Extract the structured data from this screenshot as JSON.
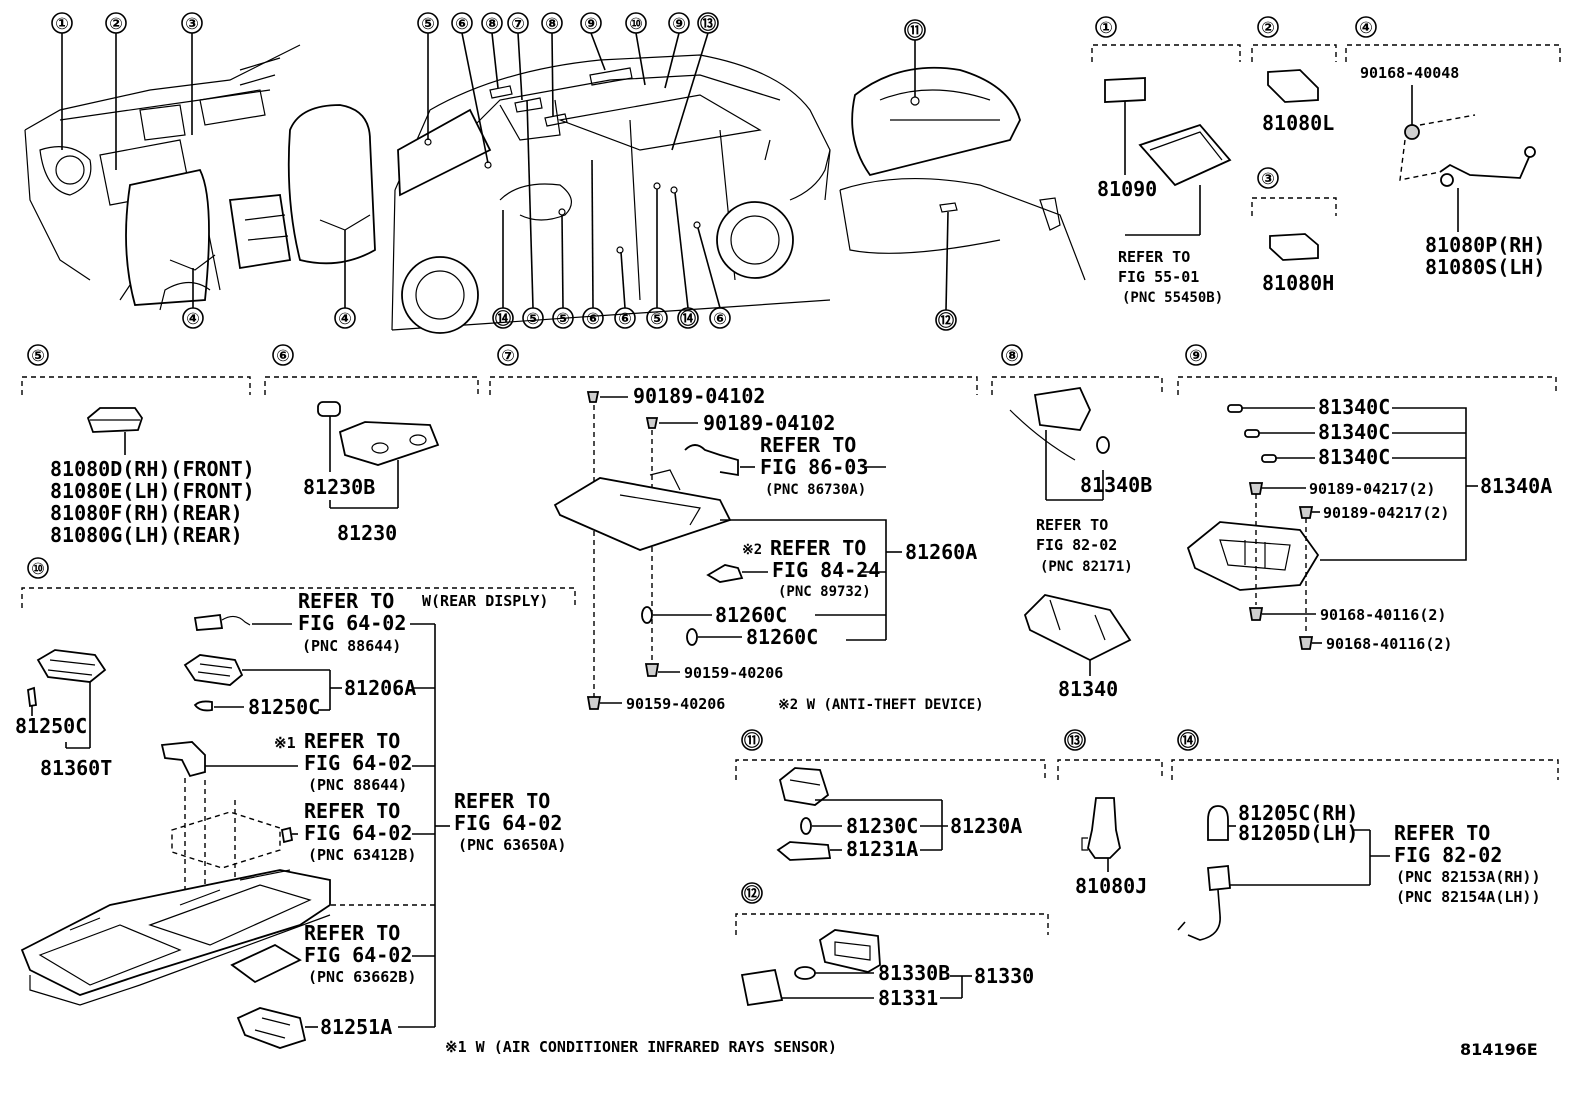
{
  "callouts": {
    "c1": "①",
    "c2": "②",
    "c3": "③",
    "c4": "④",
    "c5": "⑤",
    "c6": "⑥",
    "c7": "⑦",
    "c8": "⑧",
    "c9": "⑨",
    "c10": "⑩",
    "c11": "⑪",
    "c12": "⑫",
    "c13": "⑬",
    "c14": "⑭"
  },
  "sec1": {
    "part": "81090",
    "ref1": "REFER TO",
    "ref2": "FIG 55-01",
    "pnc": "(PNC 55450B)"
  },
  "sec2": {
    "part": "81080L"
  },
  "sec3": {
    "part": "81080H"
  },
  "sec4": {
    "bolt": "90168-40048",
    "p1": "81080P(RH)",
    "p2": "81080S(LH)"
  },
  "sec5": {
    "l1": "81080D(RH)(FRONT)",
    "l2": "81080E(LH)(FRONT)",
    "l3": "81080F(RH)(REAR)",
    "l4": "81080G(LH)(REAR)"
  },
  "sec6": {
    "sub": "81230B",
    "main": "81230"
  },
  "sec7": {
    "clip1": "90189-04102",
    "clip2": "90189-04102",
    "ref_a1": "REFER TO",
    "ref_a2": "FIG 86-03",
    "ref_a3": "(PNC 86730A)",
    "ref_b0": "※2",
    "ref_b1": "REFER TO",
    "ref_b2": "FIG 84-24",
    "ref_b3": "(PNC 89732)",
    "bulb1": "81260C",
    "bulb2": "81260C",
    "screw1": "90159-40206",
    "screw2": "90159-40206",
    "main": "81260A",
    "note": "※2 W (ANTI-THEFT DEVICE)"
  },
  "sec8": {
    "bulb": "81340B",
    "ref1": "REFER TO",
    "ref2": "FIG 82-02",
    "pnc": "(PNC 82171)",
    "main": "81340"
  },
  "sec9": {
    "b1": "81340C",
    "b2": "81340C",
    "b3": "81340C",
    "main": "81340A",
    "clip1": "90189-04217(2)",
    "clip2": "90189-04217(2)",
    "scr1": "90168-40116(2)",
    "scr2": "90168-40116(2)"
  },
  "sec10": {
    "w_note": "W(REAR DISPLY)",
    "r1a": "REFER TO",
    "r1b": "FIG 64-02",
    "r1c": "(PNC 88644)",
    "main": "81206A",
    "bulb": "81250C",
    "left_bulb": "81250C",
    "left_main": "81360T",
    "r2m": "※1",
    "r2a": "REFER TO",
    "r2b": "FIG 64-02",
    "r2c": "(PNC 88644)",
    "r3a": "REFER TO",
    "r3b": "FIG 64-02",
    "r3c": "(PNC 63412B)",
    "r4a": "REFER TO",
    "r4b": "FIG 64-02",
    "r4c": "(PNC 63650A)",
    "r5a": "REFER TO",
    "r5b": "FIG 64-02",
    "r5c": "(PNC 63662B)",
    "bottom": "81251A",
    "note": "※1  W (AIR CONDITIONER INFRARED RAYS SENSOR)"
  },
  "sec11": {
    "bulb": "81230C",
    "lens": "81231A",
    "main": "81230A"
  },
  "sec12": {
    "bulb": "81330B",
    "lens": "81331",
    "main": "81330"
  },
  "sec13": {
    "part": "81080J"
  },
  "sec14": {
    "p1": "81205C(RH)",
    "p2": "81205D(LH)",
    "ref1": "REFER TO",
    "ref2": "FIG 82-02",
    "pnc1": "(PNC 82153A(RH))",
    "pnc2": "(PNC 82154A(LH))"
  },
  "diagram_id": "814196E"
}
